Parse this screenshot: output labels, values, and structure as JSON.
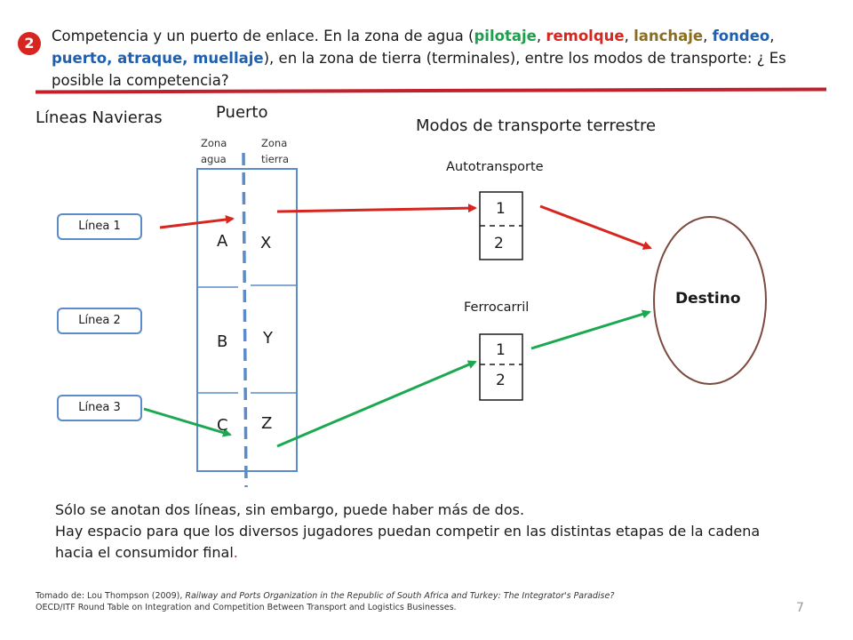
{
  "badge": "2",
  "heading": {
    "t1": "Competencia y un puerto de enlace. En la zona de agua (",
    "k1": "pilotaje",
    "s1": ", ",
    "k2": "remolque",
    "s2": ", ",
    "k3": "lanchaje",
    "s3": ", ",
    "k4": "fondeo",
    "s4": ", ",
    "k5": "puerto, atraque, muellaje",
    "t2": "), en la zona de tierra (terminales), entre los modos de transporte: ¿ Es posible la competencia?"
  },
  "labels": {
    "lineas_navieras": "Líneas Navieras",
    "puerto": "Puerto",
    "zona_agua_1": "Zona",
    "zona_agua_2": "agua",
    "zona_tierra_1": "Zona",
    "zona_tierra_2": "tierra",
    "modos": "Modos de transporte terrestre",
    "autotransporte": "Autotransporte",
    "ferrocarril": "Ferrocarril",
    "destino": "Destino"
  },
  "lineas": [
    "Línea 1",
    "Línea 2",
    "Línea 3"
  ],
  "port_cells": {
    "water": [
      "A",
      "B",
      "C"
    ],
    "land": [
      "X",
      "Y",
      "Z"
    ]
  },
  "modes": {
    "auto": [
      "1",
      "2"
    ],
    "rail": [
      "1",
      "2"
    ]
  },
  "note": {
    "l1": "Sólo se anotan dos líneas, sin embargo, puede haber más de dos.",
    "l2": "Hay espacio para que los diversos jugadores puedan competir en las distintas etapas de la cadena hacia el consumidor final",
    "l2_end": "."
  },
  "footer": {
    "prefix": "Tomado de: Lou Thompson (2009), ",
    "title": "Railway and Ports Organization in the Republic of South Africa and Turkey: The Integrator's Paradise?",
    "line2": "OECD/ITF Round Table on Integration and Competition Between Transport and Logistics Businesses."
  },
  "page_number": "7",
  "colors": {
    "red": "#d7261f",
    "green": "#1aa850",
    "blue": "#5b8bc9",
    "destino_border": "#7b4a3e"
  }
}
